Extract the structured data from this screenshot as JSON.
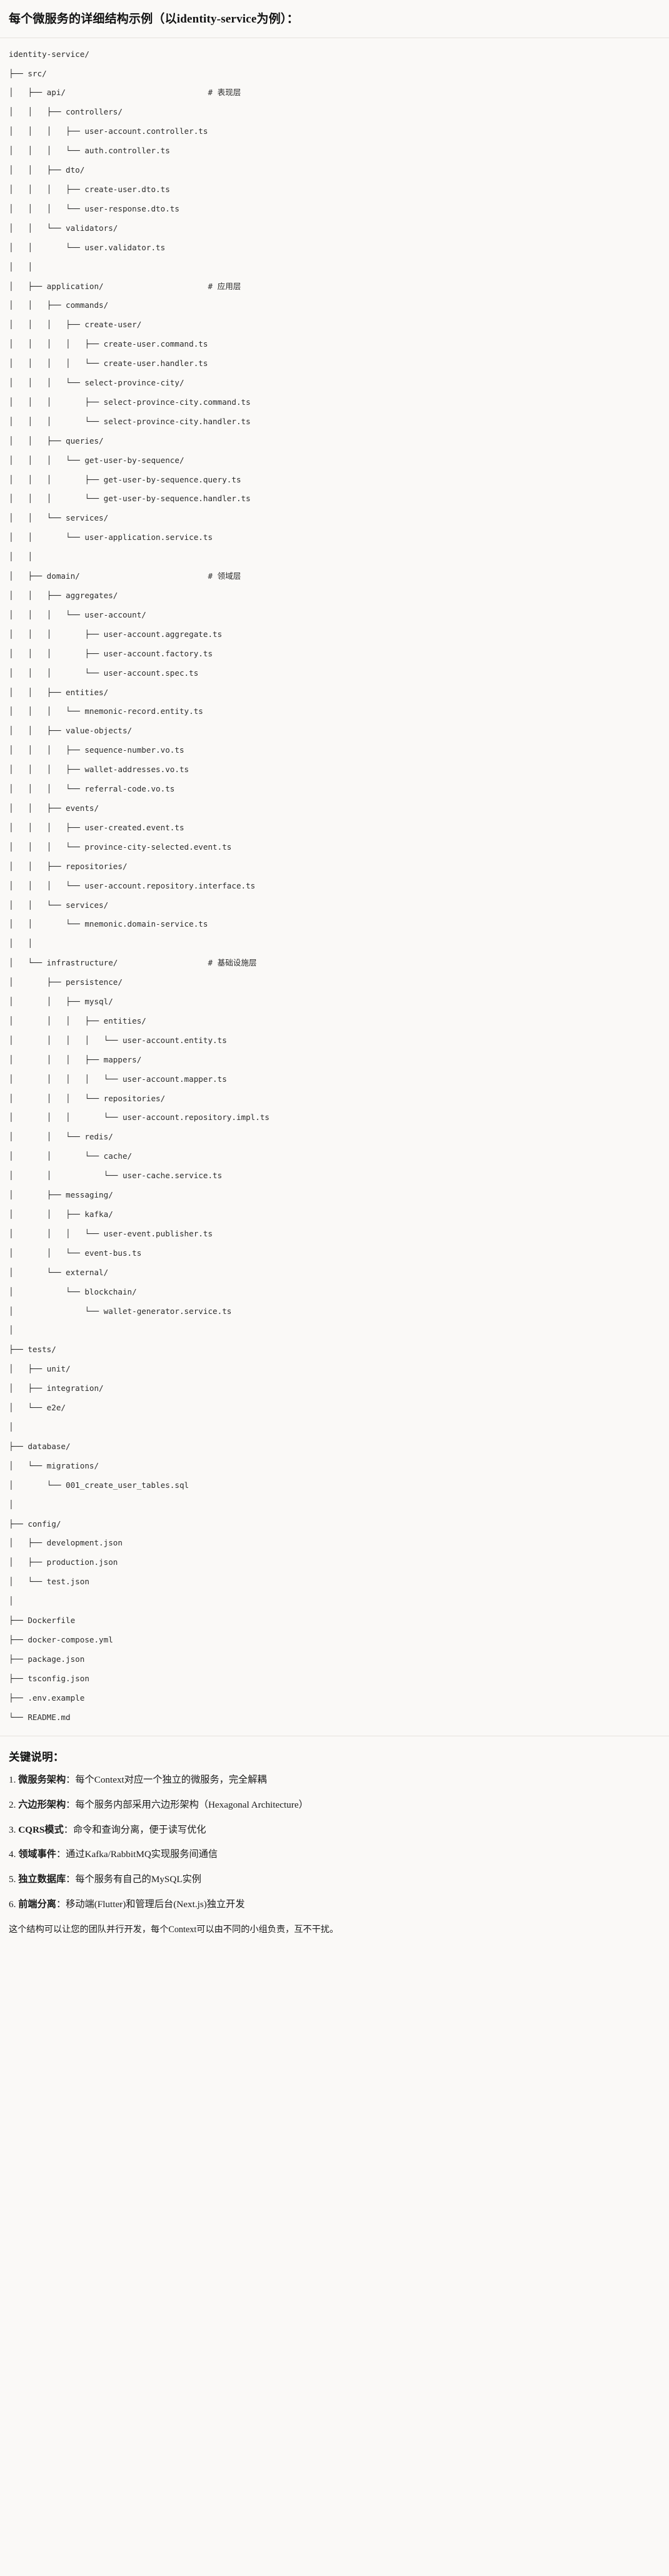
{
  "header": {
    "title": "每个微服务的详细结构示例（以identity-service为例）："
  },
  "tree": {
    "root_label": "identity-service/",
    "lines": [
      {
        "text": "identity-service/",
        "comment": ""
      },
      {
        "text": "├── src/",
        "comment": ""
      },
      {
        "text": "│   ├── api/",
        "comment": "# 表现层"
      },
      {
        "text": "│   │   ├── controllers/",
        "comment": ""
      },
      {
        "text": "│   │   │   ├── user-account.controller.ts",
        "comment": ""
      },
      {
        "text": "│   │   │   └── auth.controller.ts",
        "comment": ""
      },
      {
        "text": "│   │   ├── dto/",
        "comment": ""
      },
      {
        "text": "│   │   │   ├── create-user.dto.ts",
        "comment": ""
      },
      {
        "text": "│   │   │   └── user-response.dto.ts",
        "comment": ""
      },
      {
        "text": "│   │   └── validators/",
        "comment": ""
      },
      {
        "text": "│   │       └── user.validator.ts",
        "comment": ""
      },
      {
        "text": "│   │",
        "comment": ""
      },
      {
        "text": "│   ├── application/",
        "comment": "# 应用层"
      },
      {
        "text": "│   │   ├── commands/",
        "comment": ""
      },
      {
        "text": "│   │   │   ├── create-user/",
        "comment": ""
      },
      {
        "text": "│   │   │   │   ├── create-user.command.ts",
        "comment": ""
      },
      {
        "text": "│   │   │   │   └── create-user.handler.ts",
        "comment": ""
      },
      {
        "text": "│   │   │   └── select-province-city/",
        "comment": ""
      },
      {
        "text": "│   │   │       ├── select-province-city.command.ts",
        "comment": ""
      },
      {
        "text": "│   │   │       └── select-province-city.handler.ts",
        "comment": ""
      },
      {
        "text": "│   │   ├── queries/",
        "comment": ""
      },
      {
        "text": "│   │   │   └── get-user-by-sequence/",
        "comment": ""
      },
      {
        "text": "│   │   │       ├── get-user-by-sequence.query.ts",
        "comment": ""
      },
      {
        "text": "│   │   │       └── get-user-by-sequence.handler.ts",
        "comment": ""
      },
      {
        "text": "│   │   └── services/",
        "comment": ""
      },
      {
        "text": "│   │       └── user-application.service.ts",
        "comment": ""
      },
      {
        "text": "│   │",
        "comment": ""
      },
      {
        "text": "│   ├── domain/",
        "comment": "# 领域层"
      },
      {
        "text": "│   │   ├── aggregates/",
        "comment": ""
      },
      {
        "text": "│   │   │   └── user-account/",
        "comment": ""
      },
      {
        "text": "│   │   │       ├── user-account.aggregate.ts",
        "comment": ""
      },
      {
        "text": "│   │   │       ├── user-account.factory.ts",
        "comment": ""
      },
      {
        "text": "│   │   │       └── user-account.spec.ts",
        "comment": ""
      },
      {
        "text": "│   │   ├── entities/",
        "comment": ""
      },
      {
        "text": "│   │   │   └── mnemonic-record.entity.ts",
        "comment": ""
      },
      {
        "text": "│   │   ├── value-objects/",
        "comment": ""
      },
      {
        "text": "│   │   │   ├── sequence-number.vo.ts",
        "comment": ""
      },
      {
        "text": "│   │   │   ├── wallet-addresses.vo.ts",
        "comment": ""
      },
      {
        "text": "│   │   │   └── referral-code.vo.ts",
        "comment": ""
      },
      {
        "text": "│   │   ├── events/",
        "comment": ""
      },
      {
        "text": "│   │   │   ├── user-created.event.ts",
        "comment": ""
      },
      {
        "text": "│   │   │   └── province-city-selected.event.ts",
        "comment": ""
      },
      {
        "text": "│   │   ├── repositories/",
        "comment": ""
      },
      {
        "text": "│   │   │   └── user-account.repository.interface.ts",
        "comment": ""
      },
      {
        "text": "│   │   └── services/",
        "comment": ""
      },
      {
        "text": "│   │       └── mnemonic.domain-service.ts",
        "comment": ""
      },
      {
        "text": "│   │",
        "comment": ""
      },
      {
        "text": "│   └── infrastructure/",
        "comment": "# 基础设施层"
      },
      {
        "text": "│       ├── persistence/",
        "comment": ""
      },
      {
        "text": "│       │   ├── mysql/",
        "comment": ""
      },
      {
        "text": "│       │   │   ├── entities/",
        "comment": ""
      },
      {
        "text": "│       │   │   │   └── user-account.entity.ts",
        "comment": ""
      },
      {
        "text": "│       │   │   ├── mappers/",
        "comment": ""
      },
      {
        "text": "│       │   │   │   └── user-account.mapper.ts",
        "comment": ""
      },
      {
        "text": "│       │   │   └── repositories/",
        "comment": ""
      },
      {
        "text": "│       │   │       └── user-account.repository.impl.ts",
        "comment": ""
      },
      {
        "text": "│       │   └── redis/",
        "comment": ""
      },
      {
        "text": "│       │       └── cache/",
        "comment": ""
      },
      {
        "text": "│       │           └── user-cache.service.ts",
        "comment": ""
      },
      {
        "text": "│       ├── messaging/",
        "comment": ""
      },
      {
        "text": "│       │   ├── kafka/",
        "comment": ""
      },
      {
        "text": "│       │   │   └── user-event.publisher.ts",
        "comment": ""
      },
      {
        "text": "│       │   └── event-bus.ts",
        "comment": ""
      },
      {
        "text": "│       └── external/",
        "comment": ""
      },
      {
        "text": "│           └── blockchain/",
        "comment": ""
      },
      {
        "text": "│               └── wallet-generator.service.ts",
        "comment": ""
      },
      {
        "text": "│",
        "comment": ""
      },
      {
        "text": "├── tests/",
        "comment": ""
      },
      {
        "text": "│   ├── unit/",
        "comment": ""
      },
      {
        "text": "│   ├── integration/",
        "comment": ""
      },
      {
        "text": "│   └── e2e/",
        "comment": ""
      },
      {
        "text": "│",
        "comment": ""
      },
      {
        "text": "├── database/",
        "comment": ""
      },
      {
        "text": "│   └── migrations/",
        "comment": ""
      },
      {
        "text": "│       └── 001_create_user_tables.sql",
        "comment": ""
      },
      {
        "text": "│",
        "comment": ""
      },
      {
        "text": "├── config/",
        "comment": ""
      },
      {
        "text": "│   ├── development.json",
        "comment": ""
      },
      {
        "text": "│   ├── production.json",
        "comment": ""
      },
      {
        "text": "│   └── test.json",
        "comment": ""
      },
      {
        "text": "│",
        "comment": ""
      },
      {
        "text": "├── Dockerfile",
        "comment": ""
      },
      {
        "text": "├── docker-compose.yml",
        "comment": ""
      },
      {
        "text": "├── package.json",
        "comment": ""
      },
      {
        "text": "├── tsconfig.json",
        "comment": ""
      },
      {
        "text": "├── .env.example",
        "comment": ""
      },
      {
        "text": "└── README.md",
        "comment": ""
      }
    ]
  },
  "notes": {
    "title": "关键说明：",
    "items": [
      {
        "num": "1.",
        "term": "微服务架构",
        "sep": "：",
        "desc": "每个Context对应一个独立的微服务，完全解耦"
      },
      {
        "num": "2.",
        "term": "六边形架构",
        "sep": "：",
        "desc": "每个服务内部采用六边形架构（Hexagonal Architecture）"
      },
      {
        "num": "3.",
        "term": "CQRS模式",
        "sep": "：",
        "desc": "命令和查询分离，便于读写优化"
      },
      {
        "num": "4.",
        "term": "领域事件",
        "sep": "：",
        "desc": "通过Kafka/RabbitMQ实现服务间通信"
      },
      {
        "num": "5.",
        "term": "独立数据库",
        "sep": "：",
        "desc": "每个服务有自己的MySQL实例"
      },
      {
        "num": "6.",
        "term": "前端分离",
        "sep": "：",
        "desc": "移动端(Flutter)和管理后台(Next.js)独立开发"
      }
    ],
    "footer": "这个结构可以让您的团队并行开发，每个Context可以由不同的小组负责，互不干扰。"
  },
  "colors": {
    "page_bg": "#faf9f7",
    "text": "#1a1a1a",
    "tree_text": "#2b2b2b",
    "divider": "#e6e3de"
  }
}
